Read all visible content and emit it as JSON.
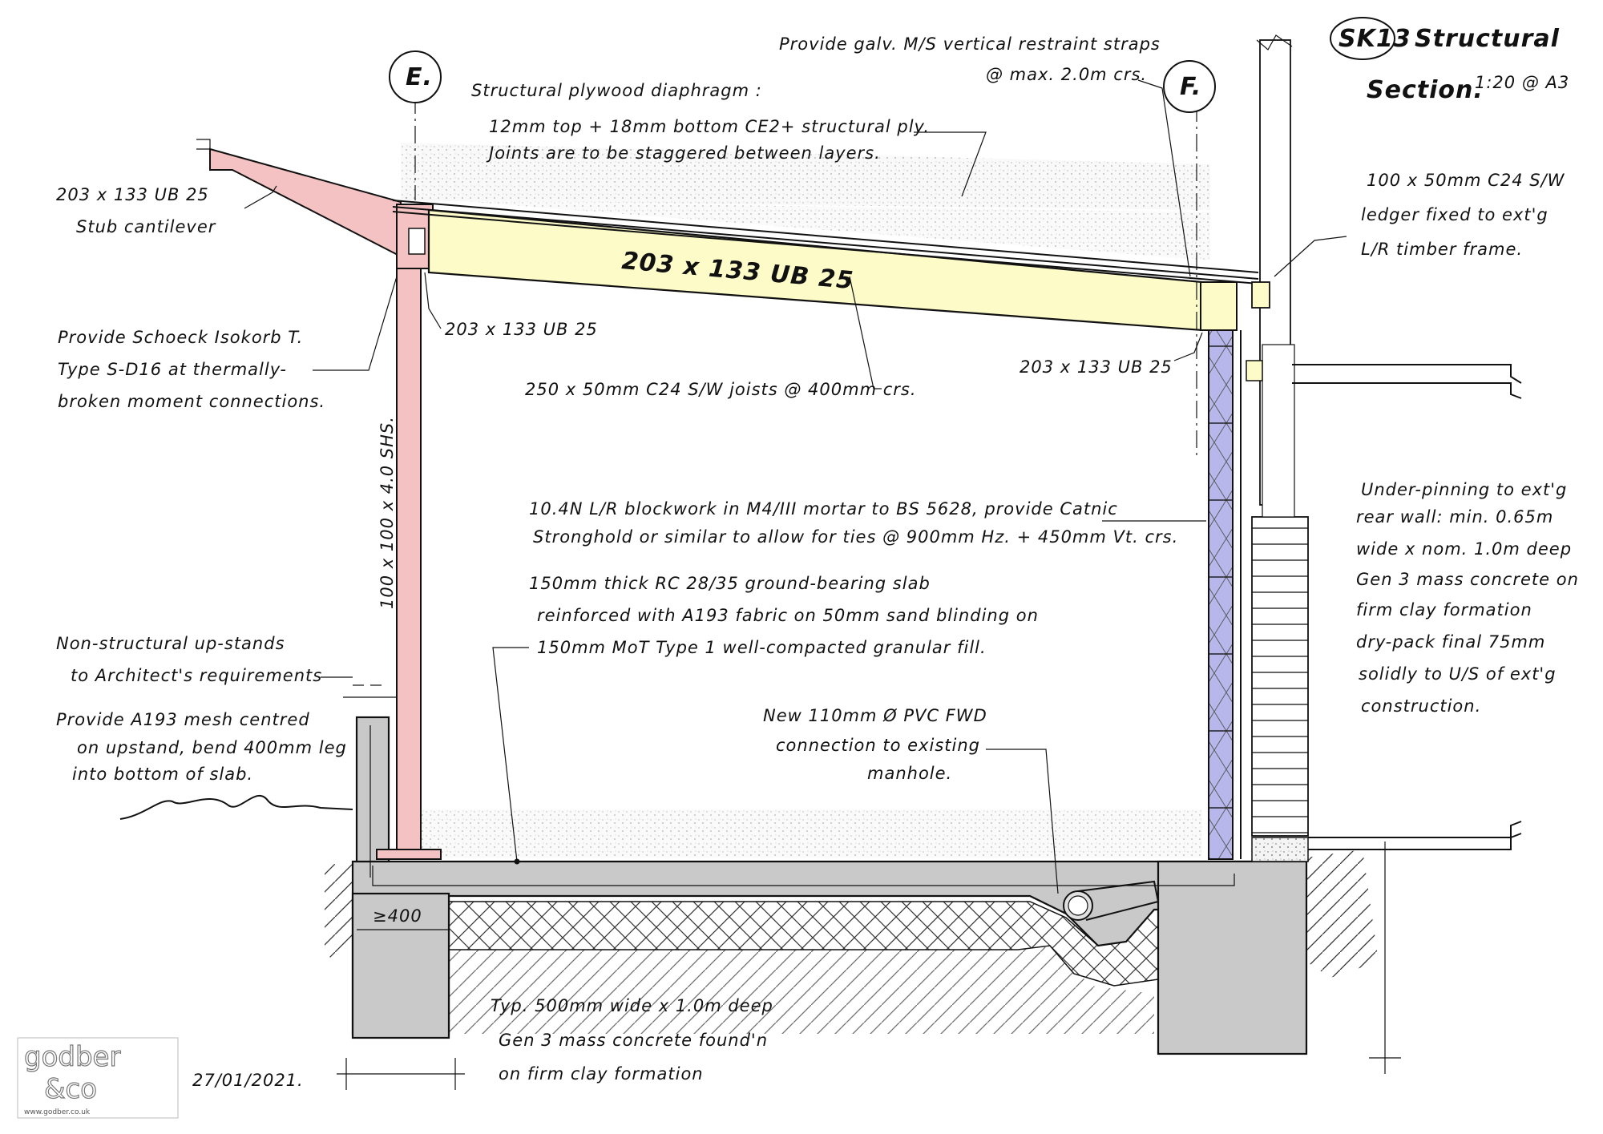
{
  "title": {
    "ref": "SK13",
    "line1": "Structural",
    "line2": "Section.",
    "scale": "1:20 @ A3"
  },
  "gridlines": {
    "left": "E.",
    "right": "F."
  },
  "notes": {
    "plywood_1": "Structural plywood diaphragm :",
    "plywood_2": "12mm top + 18mm bottom CE2+ structural ply.",
    "plywood_3": "Joints are to be staggered between layers.",
    "straps_1": "Provide galv. M/S vertical restraint straps",
    "straps_2": "@ max. 2.0m crs.",
    "cantilever_1": "203 x 133 UB 25",
    "cantilever_2": "Stub cantilever",
    "beam_main": "203 x 133 UB 25",
    "beam_left": "203 x 133 UB 25",
    "beam_right": "203 x 133 UB 25",
    "ledger_1": "100 x 50mm C24 S/W",
    "ledger_2": "ledger fixed to ext'g",
    "ledger_3": "L/R timber frame.",
    "isokorb_1": "Provide Schoeck Isokorb T.",
    "isokorb_2": "Type S-D16 at thermally-",
    "isokorb_3": "broken moment connections.",
    "joists": "250 x 50mm C24 S/W joists @ 400mm crs.",
    "column": "100 x 100 x 4.0 SHS.",
    "block_1": "10.4N L/R blockwork in M4/III mortar to BS 5628, provide Catnic",
    "block_2": "Stronghold or similar to allow for ties @ 900mm Hz. + 450mm Vt. crs.",
    "slab_1": "150mm thick RC 28/35 ground-bearing slab",
    "slab_2": "reinforced with A193 fabric on 50mm sand blinding on",
    "slab_3": "150mm MoT Type 1 well-compacted granular fill.",
    "upstand_1": "Non-structural up-stands",
    "upstand_2": "to Architect's requirements",
    "mesh_1": "Provide A193 mesh centred",
    "mesh_2": "on upstand, bend 400mm leg",
    "mesh_3": "into bottom of slab.",
    "drain_1": "New 110mm Ø PVC FWD",
    "drain_2": "connection to existing",
    "drain_3": "manhole.",
    "under_1": "Under-pinning to ext'g",
    "under_2": "rear wall: min. 0.65m",
    "under_3": "wide x nom. 1.0m deep",
    "under_4": "Gen 3 mass concrete on",
    "under_5": "firm clay formation",
    "under_6": "dry-pack final 75mm",
    "under_7": "solidly to U/S of ext'g",
    "under_8": "construction.",
    "found_1": "Typ. 500mm wide x 1.0m deep",
    "found_2": "Gen 3 mass concrete found'n",
    "found_3": "on firm clay formation",
    "dim_400": "≥400",
    "date": "27/01/2021."
  },
  "logo": {
    "line1": "godber",
    "line2": "&co",
    "url": "www.godber.co.uk"
  },
  "colors": {
    "steel": "#f4c2c2",
    "timber_beam": "#fdfbc8",
    "blockwork": "#b7b7ec",
    "concrete": "#c9c9c9"
  }
}
